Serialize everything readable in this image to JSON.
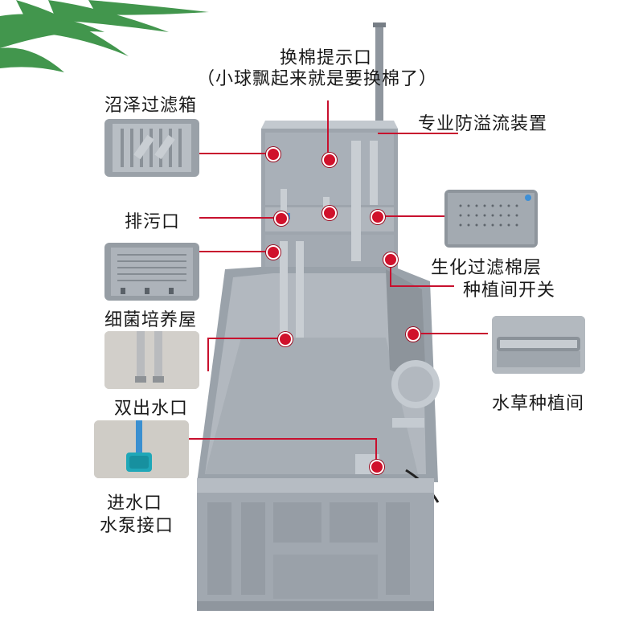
{
  "labels": {
    "change_port_title": "换棉提示口",
    "change_port_note": "（小球飘起来就是要换棉了）",
    "marsh_filter_box": "沼泽过滤箱",
    "overflow_device": "专业防溢流装置",
    "drain_outlet": "排污口",
    "bio_filter_layer": "生化过滤棉层",
    "planting_switch": "种植间开关",
    "bacteria_house": "细菌培养屋",
    "dual_outlet": "双出水口",
    "plant_room": "水草种植间",
    "inlet": "进水口",
    "pump_port": "水泵接口"
  },
  "colors": {
    "callout_red": "#c8102e",
    "tank_gray": "#a9b0b8",
    "palm_green": "#2e8b3a"
  }
}
